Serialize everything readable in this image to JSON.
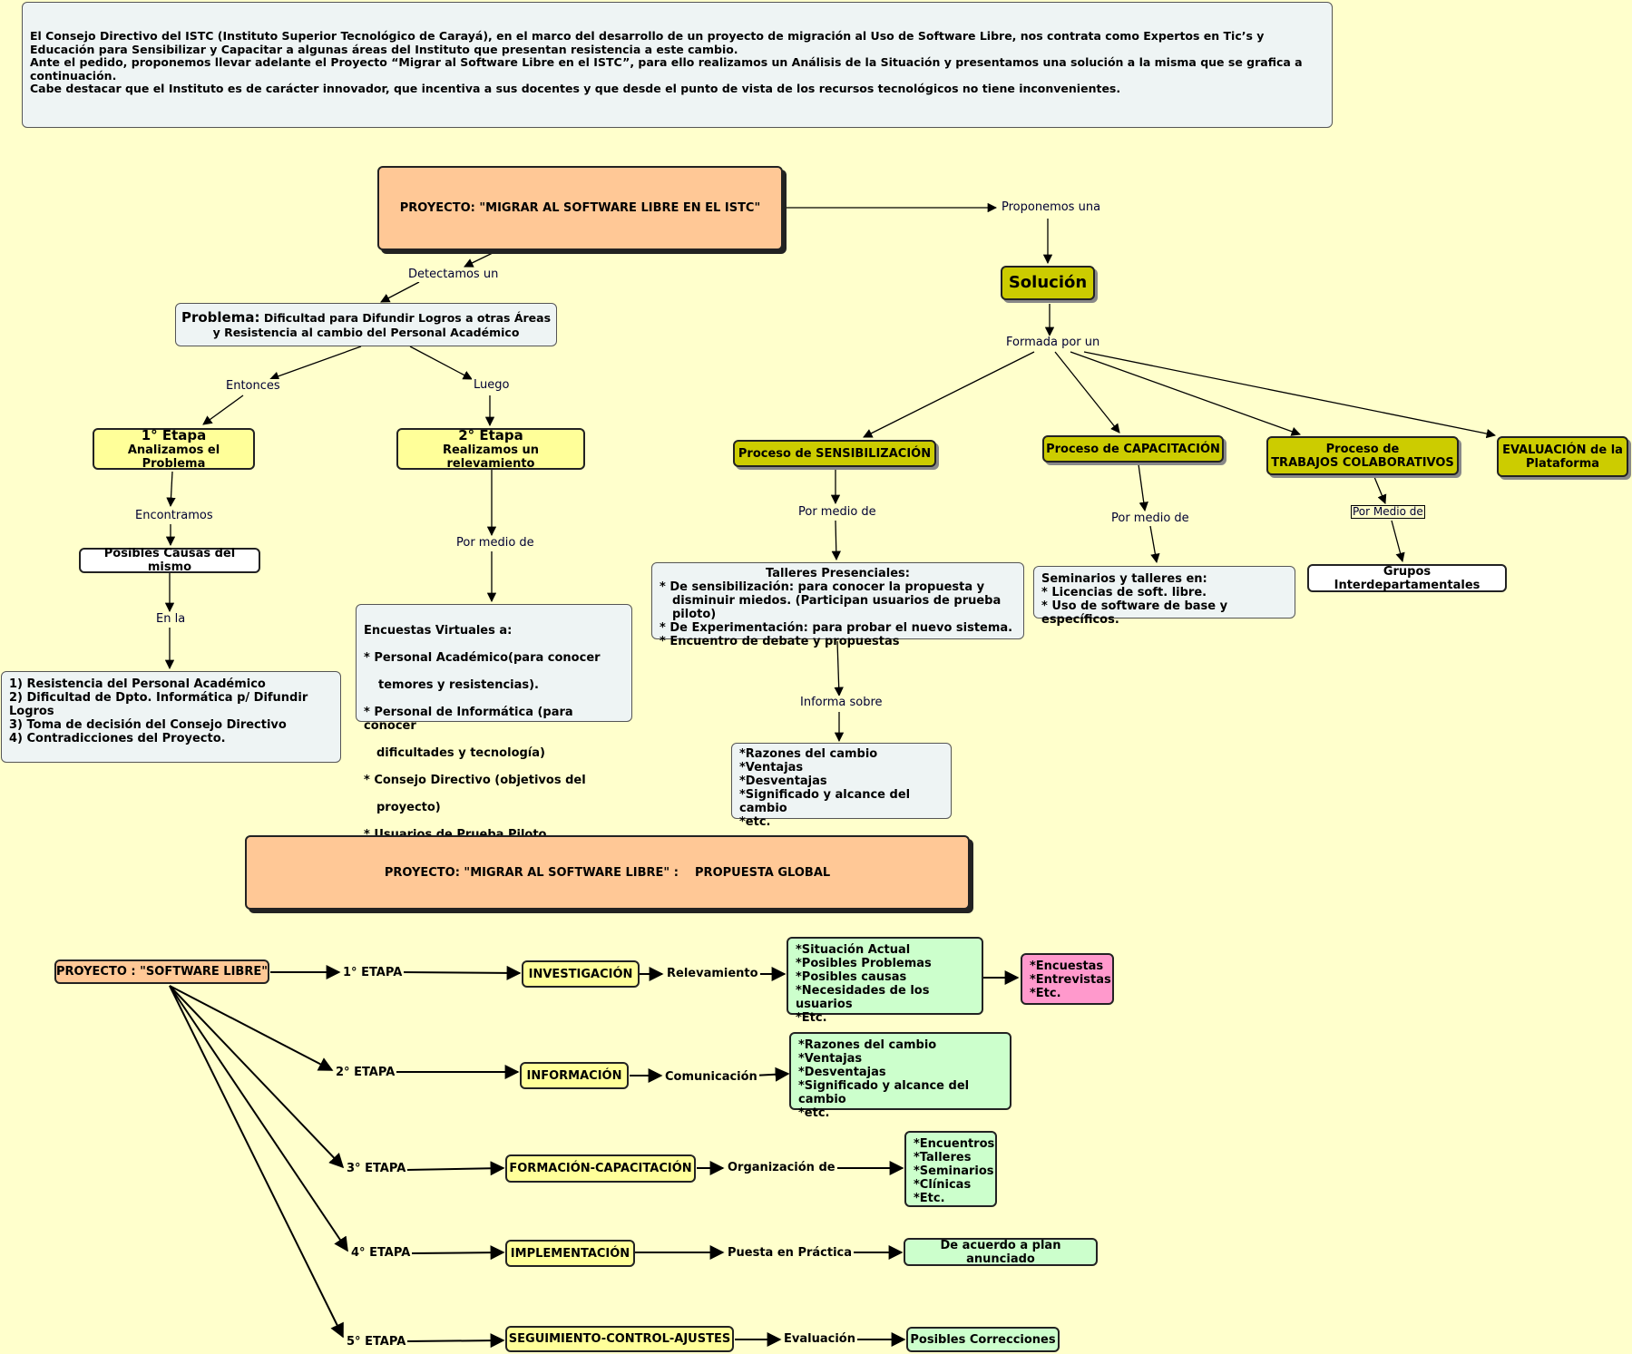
{
  "intro": {
    "p1": "El Consejo Directivo del ISTC (Instituto Superior Tecnológico de Carayá), en el marco del  desarrollo de un proyecto de migración al Uso de Software Libre, nos contrata como Expertos en Tic’s y Educación para Sensibilizar y Capacitar a algunas áreas del Instituto que presentan resistencia a este cambio.",
    "p2": "Ante el pedido, proponemos llevar adelante el Proyecto “Migrar al Software Libre en el ISTC”, para ello realizamos un Análisis de la Situación y presentamos una solución a la misma que se grafica a continuación.",
    "p3": "Cabe destacar que el Instituto es de carácter innovador, que incentiva a sus docentes y que desde el punto de vista de los recursos tecnológicos no tiene inconvenientes."
  },
  "map1": {
    "project": "PROYECTO: \"MIGRAR AL SOFTWARE LIBRE EN EL ISTC\"",
    "lbl_detectamos": "Detectamos un",
    "lbl_proponemos": "Proponemos una",
    "problema_title": "Problema:",
    "problema_text": "Dificultad para Difundir Logros a otras Áreas",
    "problema_text2": "y Resistencia al cambio del Personal Académico",
    "lbl_entonces": "Entonces",
    "lbl_luego": "Luego",
    "etapa1_title": "1° Etapa",
    "etapa1_sub": "Analizamos el Problema",
    "etapa2_title": "2° Etapa",
    "etapa2_sub": "Realizamos un relevamiento",
    "lbl_encontramos": "Encontramos",
    "causas": "Posibles Causas del mismo",
    "lbl_enla": "En la",
    "causas_list": "1) Resistencia del Personal Académico\n2) Dificultad de Dpto. Informática p/ Difundir Logros\n3) Toma de decisión del Consejo Directivo\n4) Contradicciones del Proyecto.",
    "lbl_pormedio1": "Por medio de",
    "encuestas_title": "Encuestas Virtuales a:",
    "encuestas_items": [
      "* Personal Académico(para conocer",
      "temores y resistencias).",
      "* Personal de Informática (para conocer",
      "dificultades y tecnología)",
      "* Consejo Directivo (objetivos del",
      "proyecto)",
      "* Usuarios de Prueba Piloto (experiencias)"
    ],
    "solucion": "Solución",
    "lbl_formada": "Formada por un",
    "proc_sens": "Proceso de SENSIBILIZACIÓN",
    "proc_cap": "Proceso de CAPACITACIÓN",
    "proc_trab1": "Proceso de",
    "proc_trab2": "TRABAJOS COLABORATIVOS",
    "proc_eval1": "EVALUACIÓN de la",
    "proc_eval2": "Plataforma",
    "lbl_pormedio2": "Por medio de",
    "lbl_pormedio3": "Por medio de",
    "lbl_pormedio4": "Por Medio de",
    "talleres_title": "Talleres Presenciales:",
    "talleres_items": [
      "* De sensibilización: para conocer la propuesta y",
      "disminuir miedos. (Participan usuarios de prueba piloto)",
      "* De Experimentación: para probar el nuevo sistema.",
      "* Encuentro de debate y propuestas"
    ],
    "seminarios": "Seminarios y talleres en:\n* Licencias de soft. libre.\n* Uso de software de base y específicos.",
    "grupos": "Grupos Interdepartamentales",
    "lbl_informa": "Informa sobre",
    "razones": "*Razones del cambio\n*Ventajas\n*Desventajas\n*Significado y alcance del cambio\n*etc."
  },
  "map2": {
    "global": "PROYECTO: \"MIGRAR AL SOFTWARE LIBRE\" :    PROPUESTA GLOBAL",
    "root": "PROYECTO : \"SOFTWARE LIBRE\"",
    "rows": [
      {
        "etapa": "1° ETAPA",
        "box": "INVESTIGACIÓN",
        "verb": "Relevamiento",
        "result": "*Situación Actual\n*Posibles Problemas\n*Posibles causas\n*Necesidades de los usuarios\n*Etc.",
        "extra": "*Encuestas\n*Entrevistas\n*Etc."
      },
      {
        "etapa": "2° ETAPA",
        "box": "INFORMACIÓN",
        "verb": "Comunicación",
        "result": "*Razones del cambio\n*Ventajas\n*Desventajas\n*Significado y alcance del cambio\n*etc."
      },
      {
        "etapa": "3° ETAPA",
        "box": "FORMACIÓN-CAPACITACIÓN",
        "verb": "Organización de",
        "result": "*Encuentros\n*Talleres\n*Seminarios\n*Clínicas\n*Etc."
      },
      {
        "etapa": "4° ETAPA",
        "box": "IMPLEMENTACIÓN",
        "verb": "Puesta en Práctica",
        "result": "De acuerdo a plan anunciado"
      },
      {
        "etapa": "5° ETAPA",
        "box": "SEGUIMIENTO-CONTROL-AJUSTES",
        "verb": "Evaluación",
        "result": "Posibles Correcciones"
      }
    ]
  }
}
